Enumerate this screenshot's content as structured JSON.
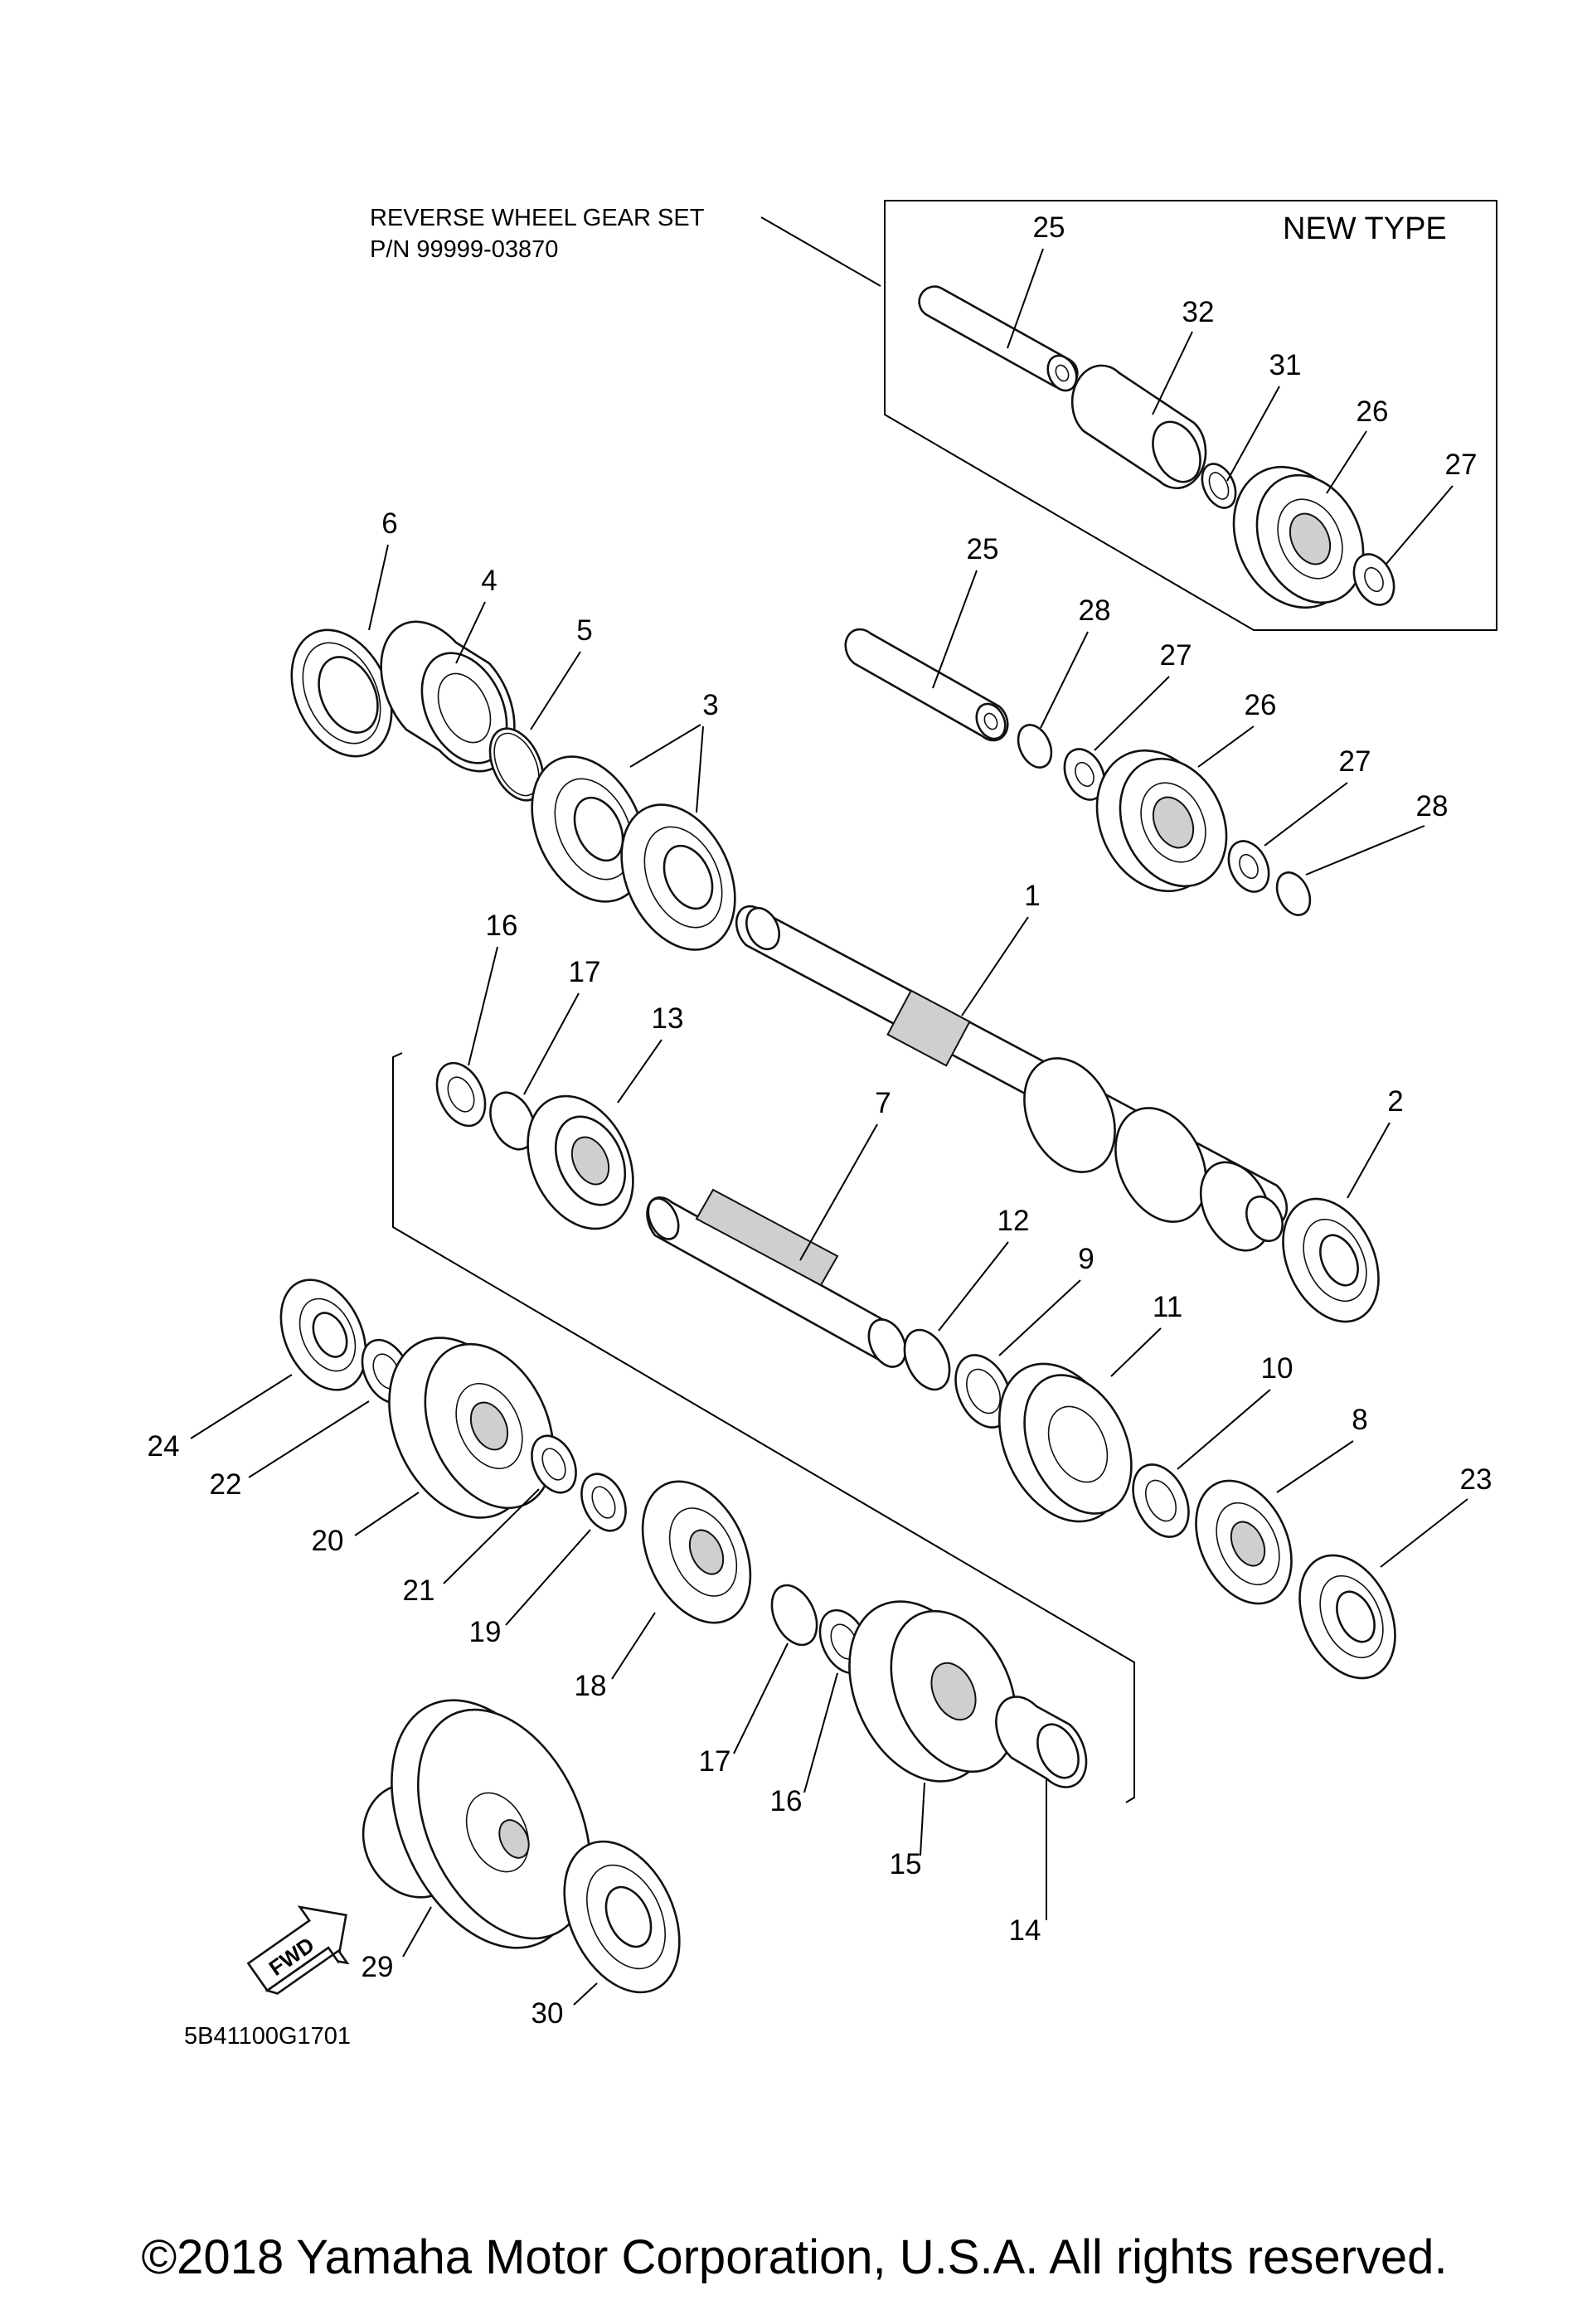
{
  "header": {
    "set_title": "REVERSE WHEEL GEAR SET",
    "set_part_number": "P/N 99999-03870",
    "new_type_label": "NEW TYPE"
  },
  "callouts": [
    {
      "id": "c25a",
      "label": "25"
    },
    {
      "id": "c32",
      "label": "32"
    },
    {
      "id": "c31",
      "label": "31"
    },
    {
      "id": "c26a",
      "label": "26"
    },
    {
      "id": "c27a",
      "label": "27"
    },
    {
      "id": "c6",
      "label": "6"
    },
    {
      "id": "c4",
      "label": "4"
    },
    {
      "id": "c5",
      "label": "5"
    },
    {
      "id": "c3",
      "label": "3"
    },
    {
      "id": "c25b",
      "label": "25"
    },
    {
      "id": "c28a",
      "label": "28"
    },
    {
      "id": "c27b",
      "label": "27"
    },
    {
      "id": "c26b",
      "label": "26"
    },
    {
      "id": "c27c",
      "label": "27"
    },
    {
      "id": "c28b",
      "label": "28"
    },
    {
      "id": "c1",
      "label": "1"
    },
    {
      "id": "c16a",
      "label": "16"
    },
    {
      "id": "c17a",
      "label": "17"
    },
    {
      "id": "c13",
      "label": "13"
    },
    {
      "id": "c2",
      "label": "2"
    },
    {
      "id": "c7",
      "label": "7"
    },
    {
      "id": "c12",
      "label": "12"
    },
    {
      "id": "c9",
      "label": "9"
    },
    {
      "id": "c11",
      "label": "11"
    },
    {
      "id": "c10",
      "label": "10"
    },
    {
      "id": "c8",
      "label": "8"
    },
    {
      "id": "c23",
      "label": "23"
    },
    {
      "id": "c24",
      "label": "24"
    },
    {
      "id": "c22",
      "label": "22"
    },
    {
      "id": "c20",
      "label": "20"
    },
    {
      "id": "c21",
      "label": "21"
    },
    {
      "id": "c19",
      "label": "19"
    },
    {
      "id": "c18",
      "label": "18"
    },
    {
      "id": "c17b",
      "label": "17"
    },
    {
      "id": "c16b",
      "label": "16"
    },
    {
      "id": "c15",
      "label": "15"
    },
    {
      "id": "c14",
      "label": "14"
    },
    {
      "id": "c29",
      "label": "29"
    },
    {
      "id": "c30",
      "label": "30"
    }
  ],
  "fwd_label": "FWD",
  "diagram_code": "5B41100G1701",
  "copyright": "©2018 Yamaha Motor Corporation, U.S.A. All rights reserved."
}
